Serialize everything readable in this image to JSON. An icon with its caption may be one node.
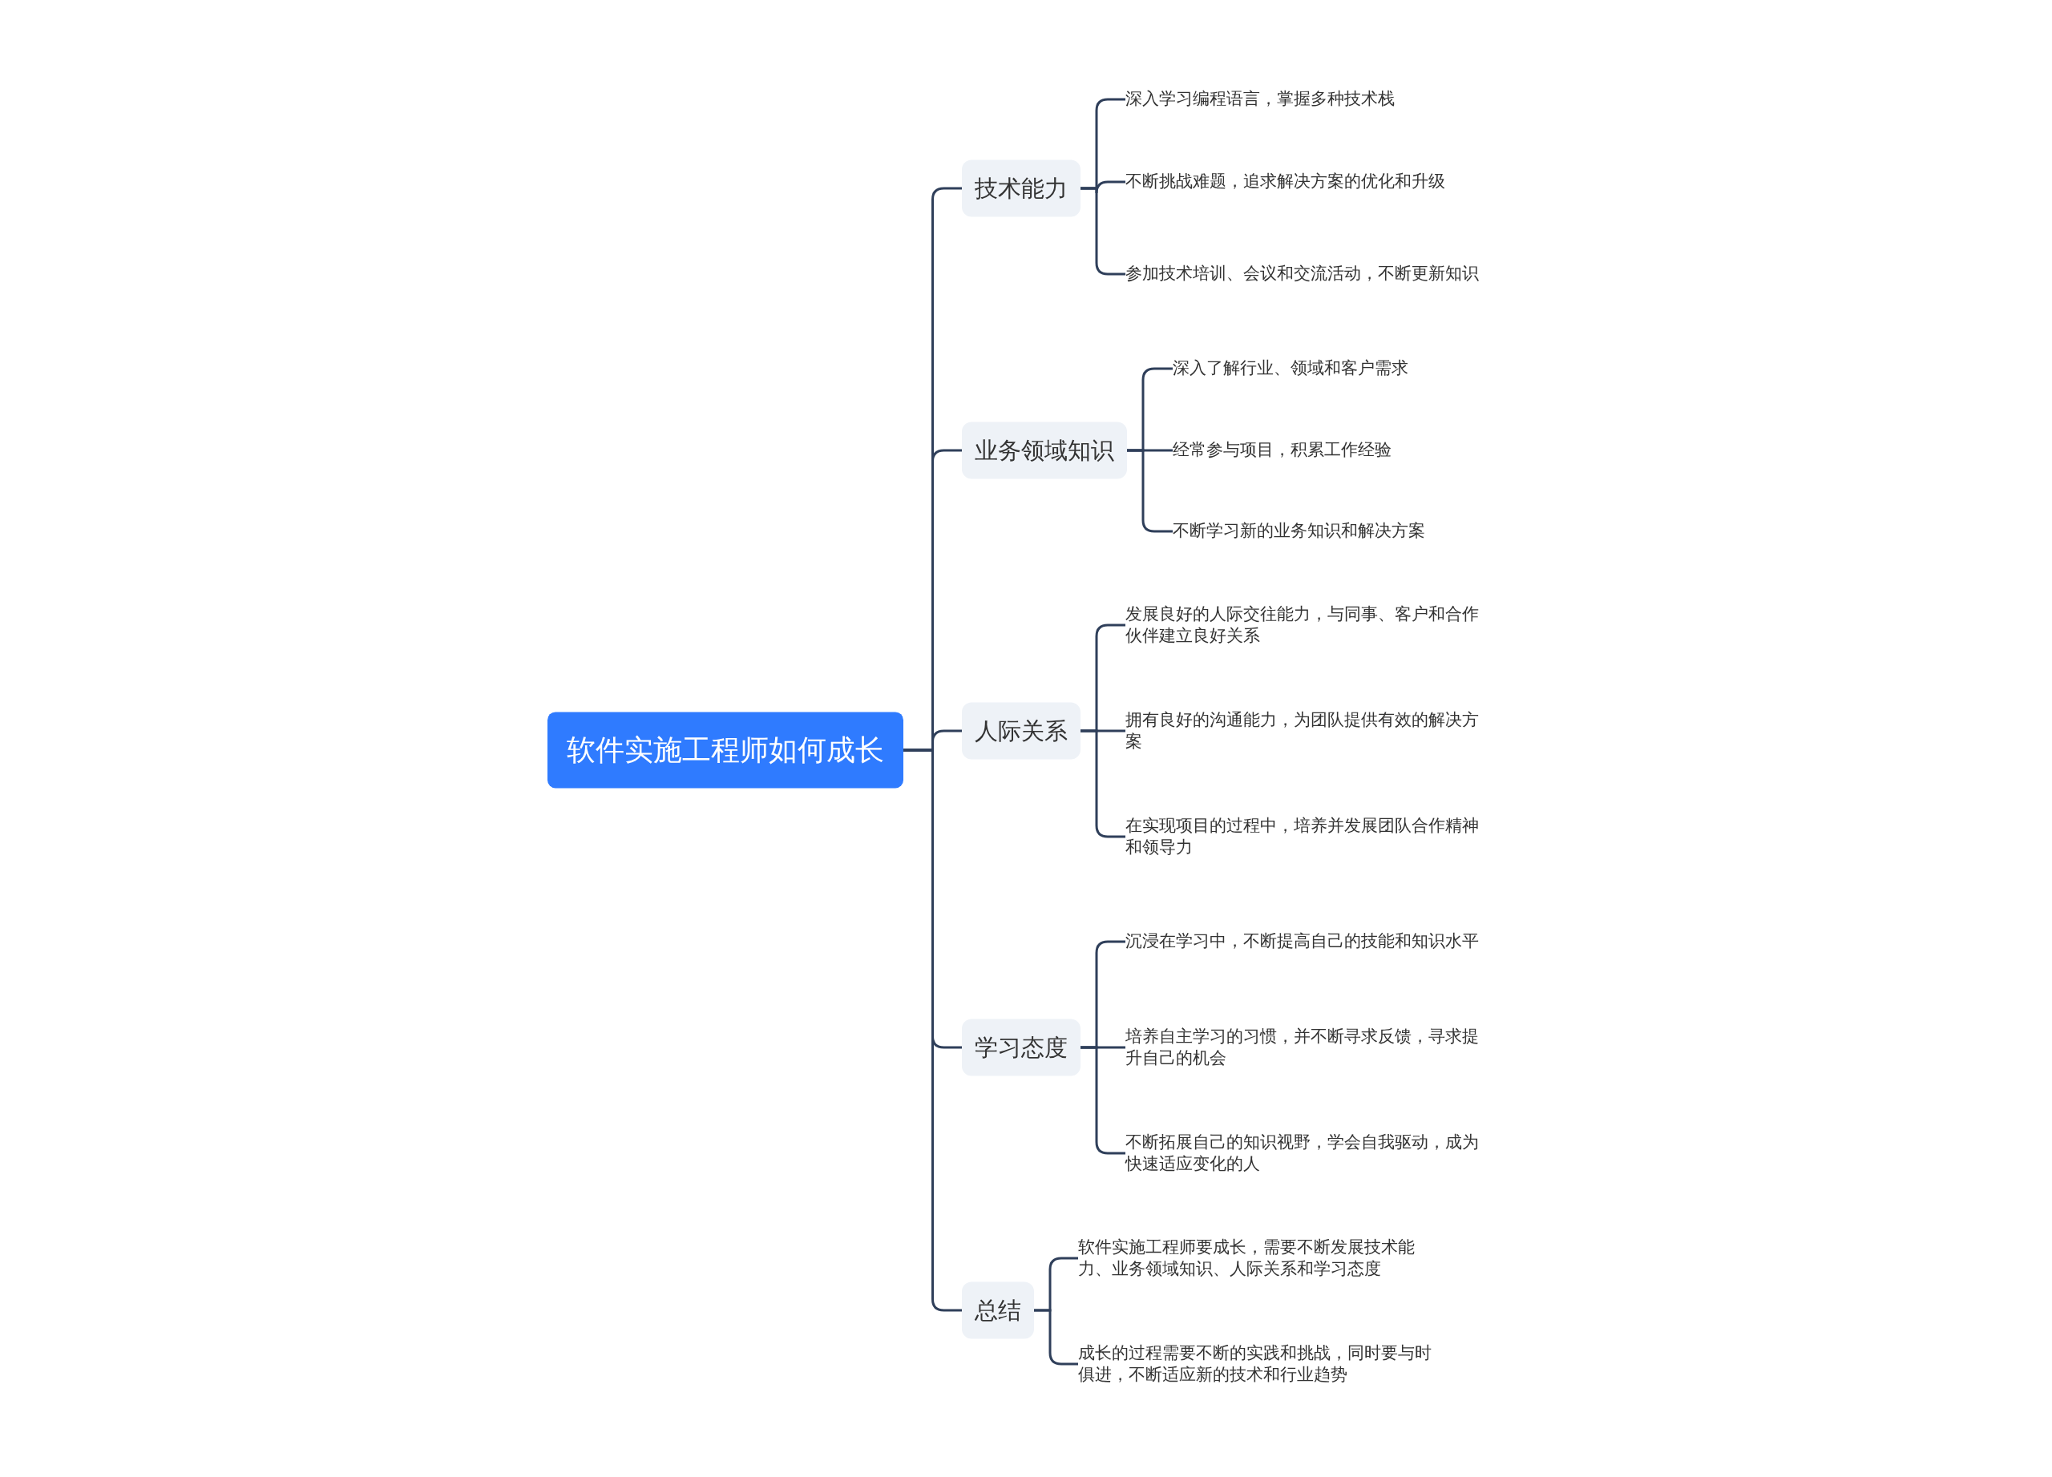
{
  "diagram": {
    "nodes": [
      {
        "text": [
          "软件实施工程师如何成长"
        ]
      },
      {
        "text": [
          "技术能力"
        ]
      },
      {
        "text": [
          "深入学习编程语言，掌握多种技术栈"
        ]
      },
      {
        "text": [
          "不断挑战难题，追求解决方案的优化和升级"
        ]
      },
      {
        "text": [
          "参加技术培训、会议和交流活动，不断更新知识"
        ]
      },
      {
        "text": [
          "业务领域知识"
        ]
      },
      {
        "text": [
          "深入了解行业、领域和客户需求"
        ]
      },
      {
        "text": [
          "经常参与项目，积累工作经验"
        ]
      },
      {
        "text": [
          "不断学习新的业务知识和解决方案"
        ]
      },
      {
        "text": [
          "人际关系"
        ]
      },
      {
        "text": [
          "发展良好的人际交往能力，与同事、客户和合作伙伴建立良好关系"
        ]
      },
      {
        "text": [
          "拥有良好的沟通能力，为团队提供有效的解决方案"
        ]
      },
      {
        "text": [
          "在实现项目的过程中，培养并发展团队合作精神和领导力"
        ]
      },
      {
        "text": [
          "学习态度"
        ]
      },
      {
        "text": [
          "沉浸在学习中，不断提高自己的技能和知识水平"
        ]
      },
      {
        "text": [
          "培养自主学习的习惯，并不断寻求反馈，寻求提升自己的机会"
        ]
      },
      {
        "text": [
          "不断拓展自己的知识视野，学会自我驱动，成为快速适应变化的人"
        ]
      },
      {
        "text": [
          "总结"
        ]
      },
      {
        "text": [
          "软件实施工程师要成长，需要不断发展技术能力、业务领域知识、人际关系和学习态度"
        ]
      },
      {
        "text": [
          "成长的过程需要不断的实践和挑战，同时要与时俱进，不断适应新的技术和行业趋势"
        ]
      }
    ],
    "edges": [
      {
        "from": 0,
        "to": 1,
        "arrow": "none"
      },
      {
        "from": 0,
        "to": 5,
        "arrow": "none"
      },
      {
        "from": 0,
        "to": 9,
        "arrow": "none"
      },
      {
        "from": 0,
        "to": 13,
        "arrow": "none"
      },
      {
        "from": 0,
        "to": 17,
        "arrow": "none"
      },
      {
        "from": 1,
        "to": 2,
        "arrow": "none"
      },
      {
        "from": 1,
        "to": 3,
        "arrow": "none"
      },
      {
        "from": 1,
        "to": 4,
        "arrow": "none"
      },
      {
        "from": 5,
        "to": 6,
        "arrow": "none"
      },
      {
        "from": 5,
        "to": 7,
        "arrow": "none"
      },
      {
        "from": 5,
        "to": 8,
        "arrow": "none"
      },
      {
        "from": 9,
        "to": 10,
        "arrow": "none"
      },
      {
        "from": 9,
        "to": 11,
        "arrow": "none"
      },
      {
        "from": 9,
        "to": 12,
        "arrow": "none"
      },
      {
        "from": 13,
        "to": 14,
        "arrow": "none"
      },
      {
        "from": 13,
        "to": 15,
        "arrow": "none"
      },
      {
        "from": 13,
        "to": 16,
        "arrow": "none"
      },
      {
        "from": 17,
        "to": 18,
        "arrow": "none"
      },
      {
        "from": 17,
        "to": 19,
        "arrow": "none"
      }
    ]
  }
}
